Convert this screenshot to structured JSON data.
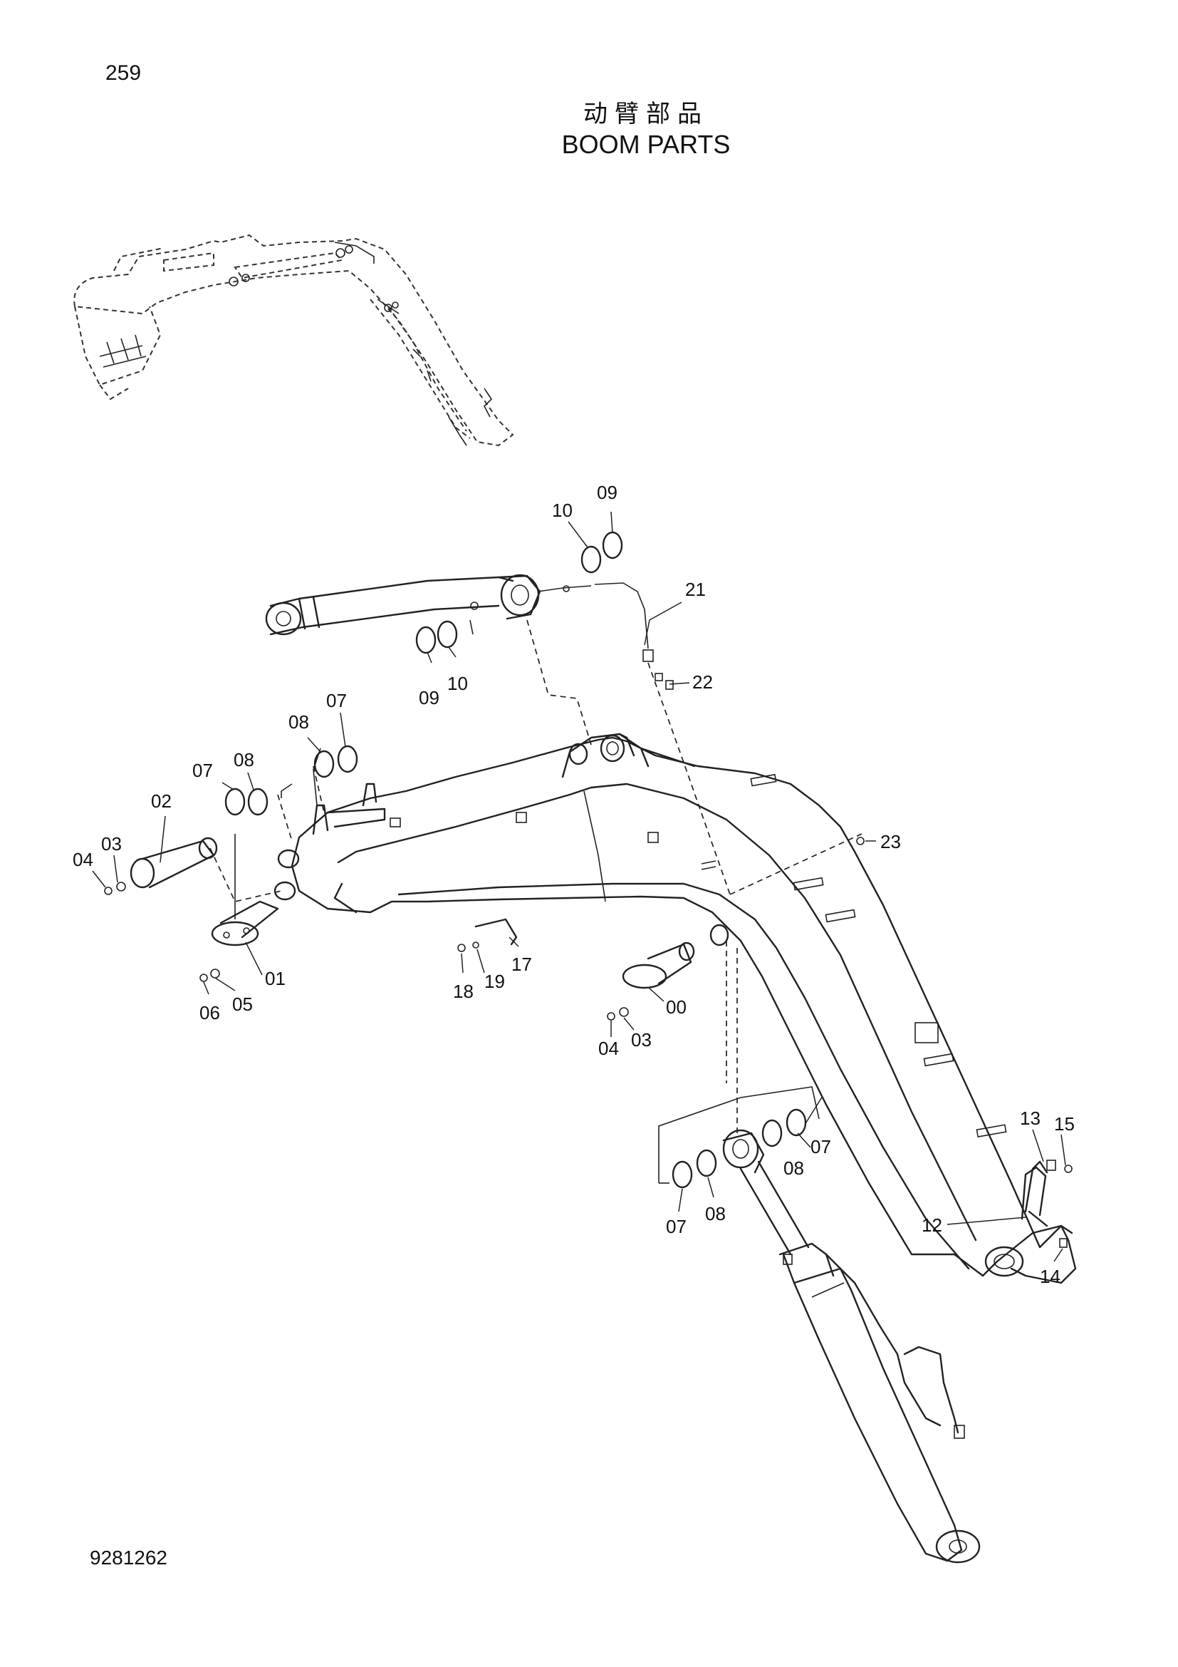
{
  "header": {
    "page_number": "259",
    "title_cn": "动臂部品",
    "title_en": "BOOM PARTS"
  },
  "footer": {
    "document_number": "9281262"
  },
  "callouts": [
    {
      "id": "c-10-top",
      "text": "10"
    },
    {
      "id": "c-09-top",
      "text": "09"
    },
    {
      "id": "c-21",
      "text": "21"
    },
    {
      "id": "c-09-mid",
      "text": "09"
    },
    {
      "id": "c-10-mid",
      "text": "10"
    },
    {
      "id": "c-22",
      "text": "22"
    },
    {
      "id": "c-08-a",
      "text": "08"
    },
    {
      "id": "c-07-a",
      "text": "07"
    },
    {
      "id": "c-07-b",
      "text": "07"
    },
    {
      "id": "c-08-b",
      "text": "08"
    },
    {
      "id": "c-02",
      "text": "02"
    },
    {
      "id": "c-04-a",
      "text": "04"
    },
    {
      "id": "c-03-a",
      "text": "03"
    },
    {
      "id": "c-23",
      "text": "23"
    },
    {
      "id": "c-01",
      "text": "01"
    },
    {
      "id": "c-06",
      "text": "06"
    },
    {
      "id": "c-05",
      "text": "05"
    },
    {
      "id": "c-18",
      "text": "18"
    },
    {
      "id": "c-19",
      "text": "19"
    },
    {
      "id": "c-17",
      "text": "17"
    },
    {
      "id": "c-00",
      "text": "00"
    },
    {
      "id": "c-04-b",
      "text": "04"
    },
    {
      "id": "c-03-b",
      "text": "03"
    },
    {
      "id": "c-13",
      "text": "13"
    },
    {
      "id": "c-15",
      "text": "15"
    },
    {
      "id": "c-07-c",
      "text": "07"
    },
    {
      "id": "c-08-c",
      "text": "08"
    },
    {
      "id": "c-07-d",
      "text": "07"
    },
    {
      "id": "c-08-d",
      "text": "08"
    },
    {
      "id": "c-12",
      "text": "12"
    },
    {
      "id": "c-14",
      "text": "14"
    }
  ]
}
